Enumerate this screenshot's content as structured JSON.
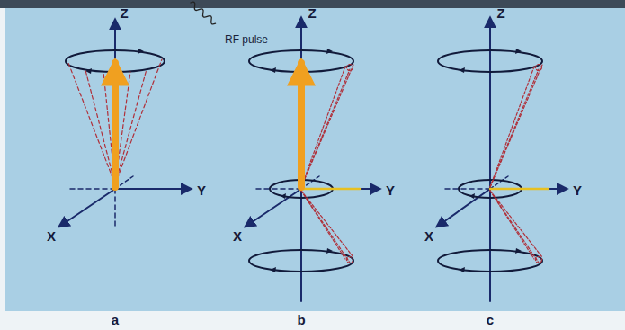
{
  "diagram": {
    "labels": [
      "Z",
      "Y",
      "X",
      "RF pulse",
      "Z",
      "Y",
      "X",
      "Z",
      "Y",
      "X",
      "a",
      "b",
      "c"
    ]
  }
}
